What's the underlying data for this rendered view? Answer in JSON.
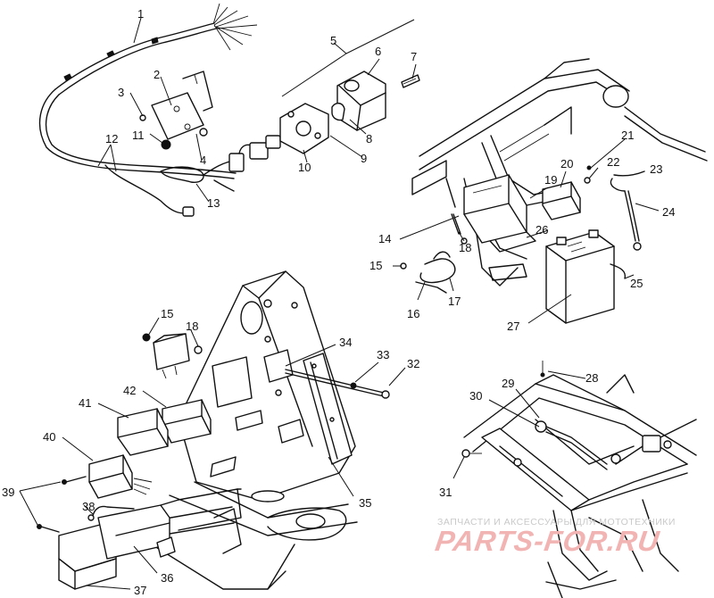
{
  "callouts": {
    "c1": "1",
    "c2": "2",
    "c3": "3",
    "c4": "4",
    "c5": "5",
    "c6": "6",
    "c7": "7",
    "c8": "8",
    "c9": "9",
    "c10": "10",
    "c11": "11",
    "c12": "12",
    "c13": "13",
    "c14": "14",
    "c15a": "15",
    "c15b": "15",
    "c16": "16",
    "c17": "17",
    "c18a": "18",
    "c18b": "18",
    "c19": "19",
    "c20": "20",
    "c21": "21",
    "c22": "22",
    "c23": "23",
    "c24": "24",
    "c25": "25",
    "c26": "26",
    "c27": "27",
    "c28": "28",
    "c29": "29",
    "c30": "30",
    "c31": "31",
    "c32": "32",
    "c33": "33",
    "c34": "34",
    "c35": "35",
    "c36": "36",
    "c37": "37",
    "c38": "38",
    "c39": "39",
    "c40": "40",
    "c41": "41",
    "c42": "42"
  },
  "watermark": {
    "line1": "ЗАПЧАСТИ И АКСЕССУАРЫ ДЛЯ МОТОТЕХНИКИ",
    "line2": "PARTS-FOR.RU"
  }
}
